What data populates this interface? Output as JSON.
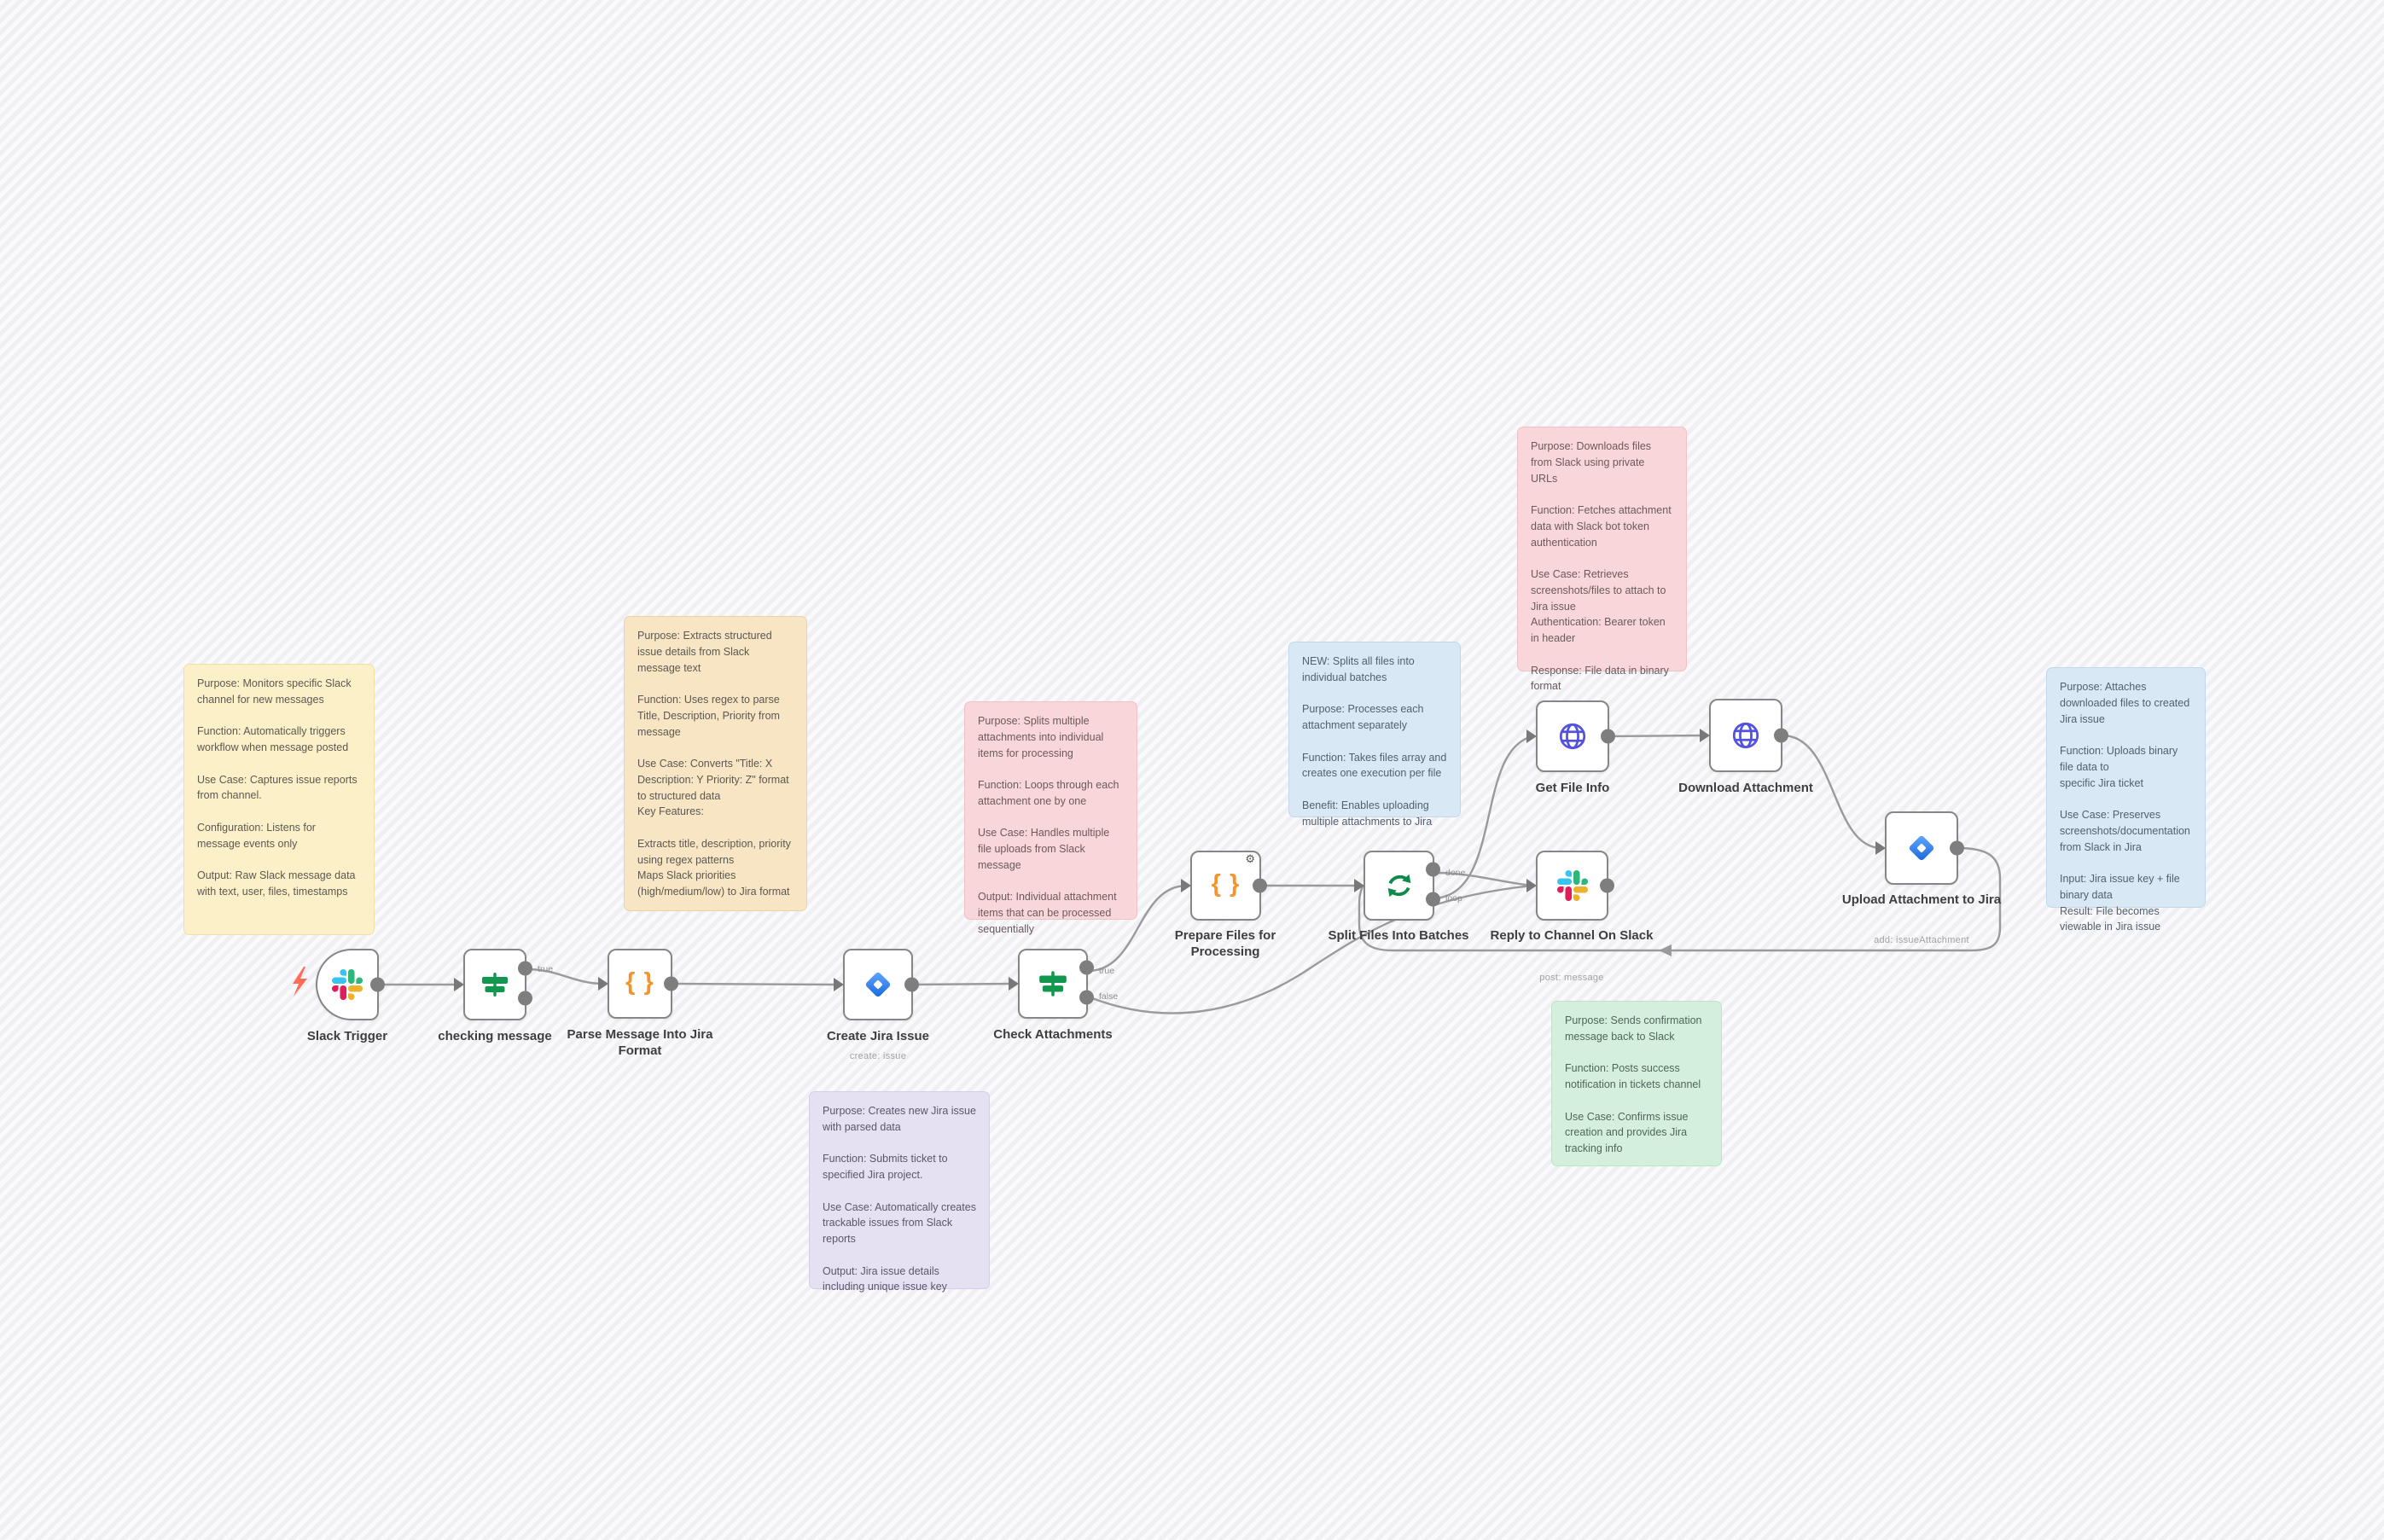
{
  "edge_labels": {
    "checking_true": "true",
    "attach_true": "true",
    "attach_false": "false",
    "split_done": "done",
    "split_loop": "loop"
  },
  "icons": {
    "gear": "⚙",
    "braces": "{ }"
  },
  "nodes": {
    "slack_trigger": {
      "label": "Slack Trigger"
    },
    "checking_message": {
      "label": "checking message"
    },
    "parse_message": {
      "label": "Parse Message Into Jira Format"
    },
    "create_jira": {
      "label": "Create Jira Issue",
      "sublabel": "create: issue"
    },
    "check_attachments": {
      "label": "Check Attachments"
    },
    "prepare_files": {
      "label": "Prepare Files for Processing"
    },
    "split_batches": {
      "label": "Split Files Into Batches"
    },
    "reply_slack": {
      "label": "Reply to Channel On Slack",
      "sublabel": "post: message"
    },
    "get_file_info": {
      "label": "Get File Info"
    },
    "download_attachment": {
      "label": "Download Attachment"
    },
    "upload_jira": {
      "label": "Upload Attachment to Jira",
      "sublabel": "add: issueAttachment"
    }
  },
  "notes": {
    "slack_trigger": {
      "text": "Purpose: Monitors specific Slack channel for new messages\n\nFunction: Automatically triggers workflow when message posted\n\nUse Case: Captures issue reports from channel.\n\nConfiguration: Listens for message events only\n\nOutput: Raw Slack message data with text, user, files, timestamps"
    },
    "parse_format": {
      "text": "Purpose: Extracts structured issue details from Slack message text\n\nFunction: Uses regex to parse Title, Description, Priority from message\n\nUse Case: Converts \"Title: X Description: Y Priority: Z\" format to structured data\nKey Features:\n\nExtracts title, description, priority using regex patterns\nMaps Slack priorities (high/medium/low) to Jira format"
    },
    "split_items": {
      "text": "Purpose: Splits multiple attachments into individual items for processing\n\nFunction: Loops through each attachment one by one\n\nUse Case: Handles multiple file uploads from Slack message\n\nOutput: Individual attachment items that can be processed sequentially"
    },
    "batches": {
      "text": "NEW: Splits all files into individual batches\n\nPurpose: Processes each attachment separately\n\nFunction: Takes files array and creates one execution per file\n\nBenefit: Enables uploading multiple attachments to Jira"
    },
    "download": {
      "text": "Purpose: Downloads files from Slack using private URLs\n\nFunction: Fetches attachment data with Slack bot token authentication\n\nUse Case: Retrieves screenshots/files to attach to Jira issue\nAuthentication: Bearer token in header\n\nResponse: File data in binary format"
    },
    "upload": {
      "text": "Purpose: Attaches downloaded files to created Jira issue\n\nFunction: Uploads binary file data to\nspecific Jira ticket\n\nUse Case: Preserves screenshots/documentation from Slack in Jira\n\nInput: Jira issue key + file binary data\nResult: File becomes viewable in Jira issue"
    },
    "reply": {
      "text": "Purpose: Sends confirmation message back to Slack\n\nFunction: Posts success notification in tickets channel\n\nUse Case: Confirms issue creation and provides Jira tracking info"
    },
    "create_issue": {
      "text": "Purpose: Creates new Jira issue with parsed data\n\nFunction: Submits ticket to specified Jira project.\n\nUse Case: Automatically creates trackable issues from Slack reports\n\nOutput: Jira issue details including unique issue key"
    }
  }
}
